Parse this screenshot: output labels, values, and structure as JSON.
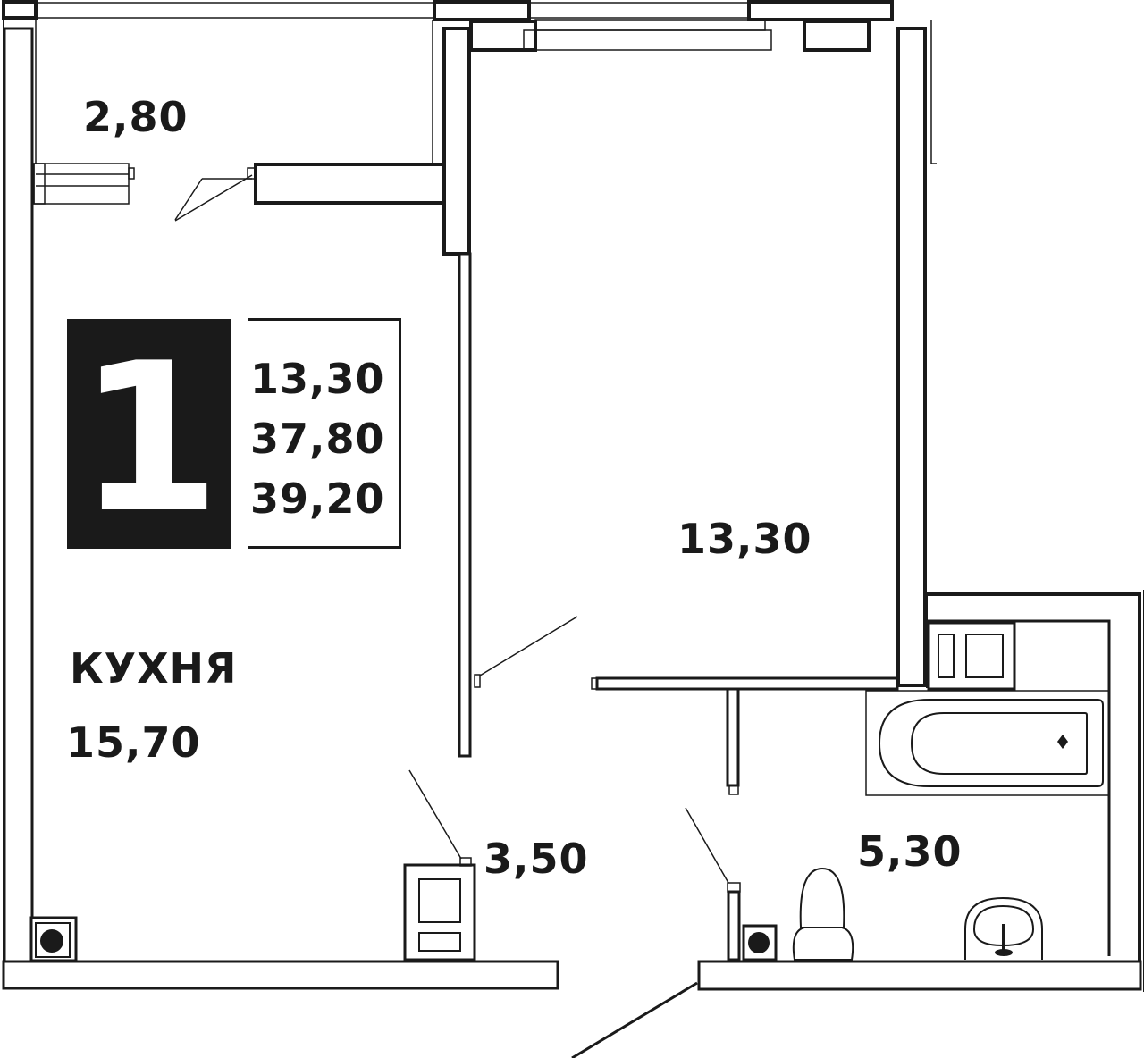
{
  "plan": {
    "rooms_count_badge": "1",
    "summary": {
      "living_area": "13,30",
      "total_area_without_balcony": "37,80",
      "total_area": "39,20"
    },
    "rooms": [
      {
        "id": "balcony",
        "label": "",
        "area": "2,80"
      },
      {
        "id": "kitchen",
        "label": "КУХНЯ",
        "area": "15,70"
      },
      {
        "id": "living-room",
        "label": "",
        "area": "13,30"
      },
      {
        "id": "hallway",
        "label": "",
        "area": "3,50"
      },
      {
        "id": "bathroom",
        "label": "",
        "area": "5,30"
      }
    ],
    "colors": {
      "line": "#1a1a1a",
      "background": "#ffffff",
      "badge": "#1a1a1a"
    }
  }
}
